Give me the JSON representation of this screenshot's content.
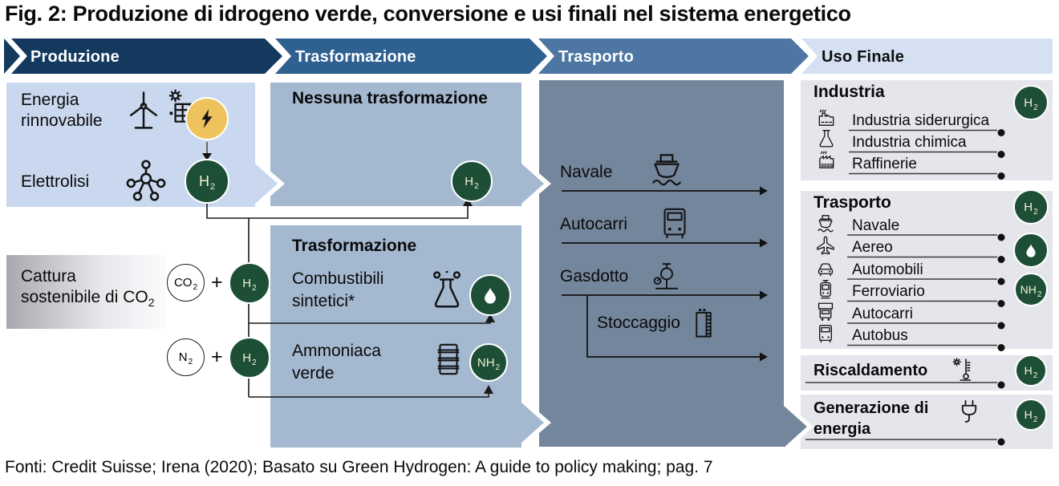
{
  "title": "Fig. 2: Produzione di idrogeno verde, conversione e usi finali nel sistema energetico",
  "source": "Fonti: Credit Suisse; Irena (2020); Basato su Green Hydrogen: A guide to policy making; pag. 7",
  "stages": {
    "production": "Produzione",
    "transformation": "Trasformazione",
    "transport": "Trasporto",
    "end_use": "Uso Finale"
  },
  "chem": {
    "h2": {
      "base": "H",
      "sub": "2"
    },
    "co2": {
      "base": "CO",
      "sub": "2"
    },
    "n2": {
      "base": "N",
      "sub": "2"
    },
    "nh2": {
      "base": "NH",
      "sub": "2"
    },
    "plus": "+"
  },
  "production": {
    "renewable_line1": "Energia",
    "renewable_line2": "rinnovabile",
    "electrolysis": "Elettrolisi",
    "capture_line1": "Cattura",
    "capture_line2": "sostenibile di CO",
    "capture_sub": "2"
  },
  "transformation": {
    "none_title": "Nessuna trasformazione",
    "title": "Trasformazione",
    "synthetic_line1": "Combustibili",
    "synthetic_line2": "sintetici*",
    "ammonia_line1": "Ammoniaca",
    "ammonia_line2": "verde"
  },
  "transport": {
    "shipping": "Navale",
    "trucks": "Autocarri",
    "pipeline": "Gasdotto",
    "storage": "Stoccaggio"
  },
  "end_use": {
    "industry": {
      "title": "Industria",
      "items": [
        "Industria siderurgica",
        "Industria chimica",
        "Raffinerie"
      ]
    },
    "transport": {
      "title": "Trasporto",
      "items": [
        "Navale",
        "Aereo",
        "Automobili",
        "Ferroviario",
        "Autocarri",
        "Autobus"
      ]
    },
    "heating": {
      "title": "Riscaldamento"
    },
    "power": {
      "title_line1": "Generazione di",
      "title_line2": "energia"
    }
  },
  "colors": {
    "stage_production": "#14395e",
    "stage_transformation": "#2e6090",
    "stage_transport": "#4d76a3",
    "stage_end_use": "#d5e1f3",
    "production_box": "#c9d8ee",
    "transformation_box": "#a4b8d0",
    "transport_box": "#74869c",
    "end_use_box": "#e5e5ec",
    "h2_green": "#1d4f36",
    "energy_yellow": "#eec25d"
  }
}
